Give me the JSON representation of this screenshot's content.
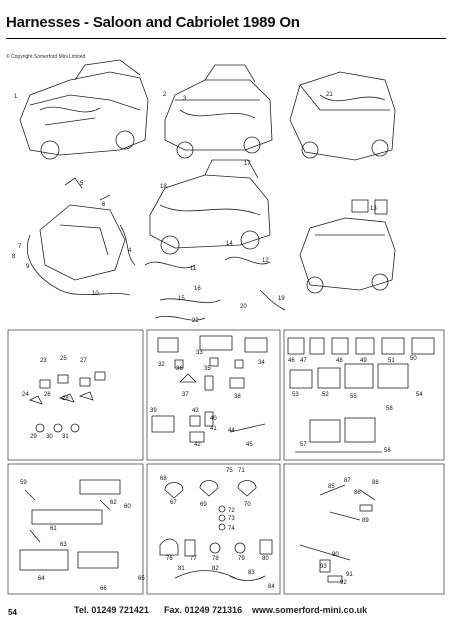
{
  "header": {
    "title": "Harnesses - Saloon and Cabriolet 1989 On",
    "copyright": "© Copyright Somerford Mini Limited"
  },
  "callouts": {
    "top": [
      "1",
      "2",
      "3",
      "21",
      "5",
      "6",
      "4",
      "9",
      "8",
      "7",
      "10",
      "11",
      "12",
      "13",
      "14",
      "15",
      "16",
      "17",
      "18",
      "19",
      "20",
      "22"
    ],
    "grid": [
      "23",
      "24",
      "25",
      "26",
      "27",
      "28",
      "29",
      "30",
      "31",
      "32",
      "33",
      "34",
      "35",
      "36",
      "37",
      "38",
      "39",
      "40",
      "41",
      "42",
      "43",
      "44",
      "45",
      "46",
      "47",
      "48",
      "49",
      "50",
      "51",
      "52",
      "53",
      "54",
      "55",
      "56",
      "57",
      "58",
      "59",
      "60",
      "61",
      "62",
      "63",
      "64",
      "65",
      "66",
      "67",
      "68",
      "69",
      "70",
      "71",
      "72",
      "73",
      "74",
      "75",
      "76",
      "77",
      "78",
      "79",
      "80",
      "81",
      "82",
      "83",
      "84",
      "85",
      "86",
      "87",
      "88",
      "89",
      "90",
      "91",
      "92",
      "93"
    ]
  },
  "footer": {
    "page_number": "54",
    "tel": "Tel. 01249 721421",
    "fax": "Fax. 01249 721316",
    "website": "www.somerford-mini.co.uk"
  }
}
